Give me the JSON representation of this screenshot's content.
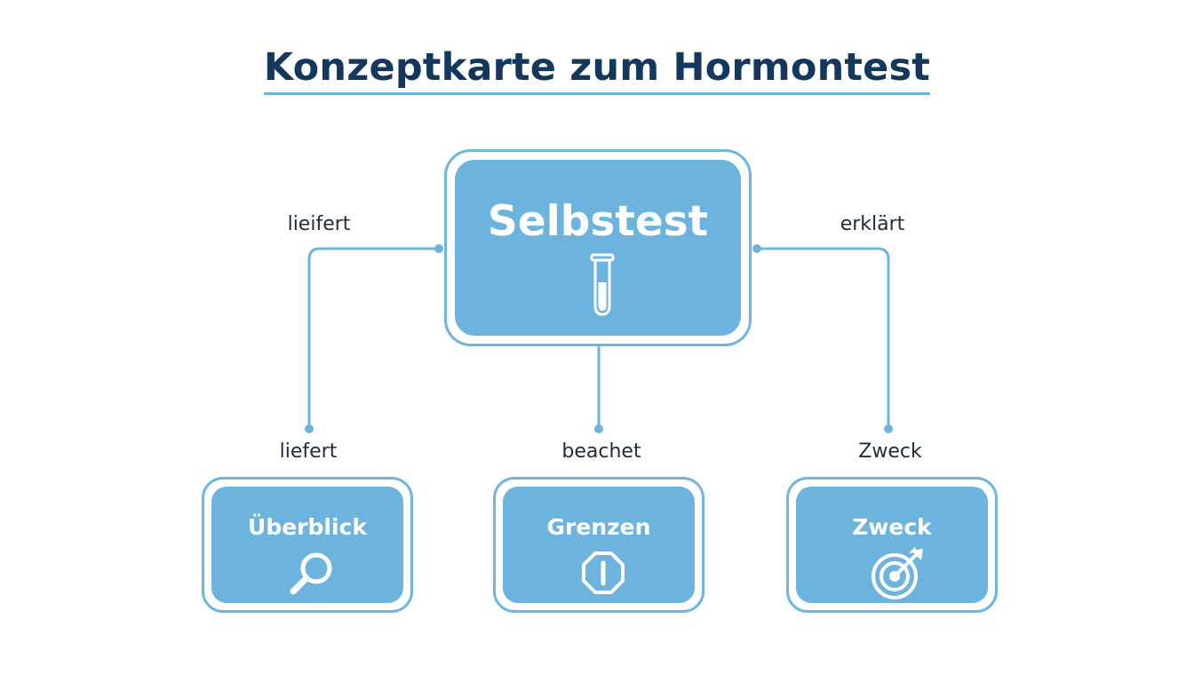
{
  "title": "Konzeptkarte zum Hormontest",
  "center_node": {
    "label": "Selbstest",
    "icon": "test-tube-icon"
  },
  "top_edge_labels": {
    "left": "lieifert",
    "right": "erklärt"
  },
  "child_edge_labels": [
    "liefert",
    "beachet",
    "Zweck"
  ],
  "child_nodes": [
    {
      "label": "Überblick",
      "icon": "magnifier-icon"
    },
    {
      "label": "Grenzen",
      "icon": "stop-sign-icon"
    },
    {
      "label": "Zweck",
      "icon": "target-arrow-icon"
    }
  ],
  "colors": {
    "title": "#14375e",
    "node_fill": "#6cb4de",
    "node_border": "#6eb5df",
    "connector": "#6cb4de",
    "label_text": "#1f2b3a"
  }
}
